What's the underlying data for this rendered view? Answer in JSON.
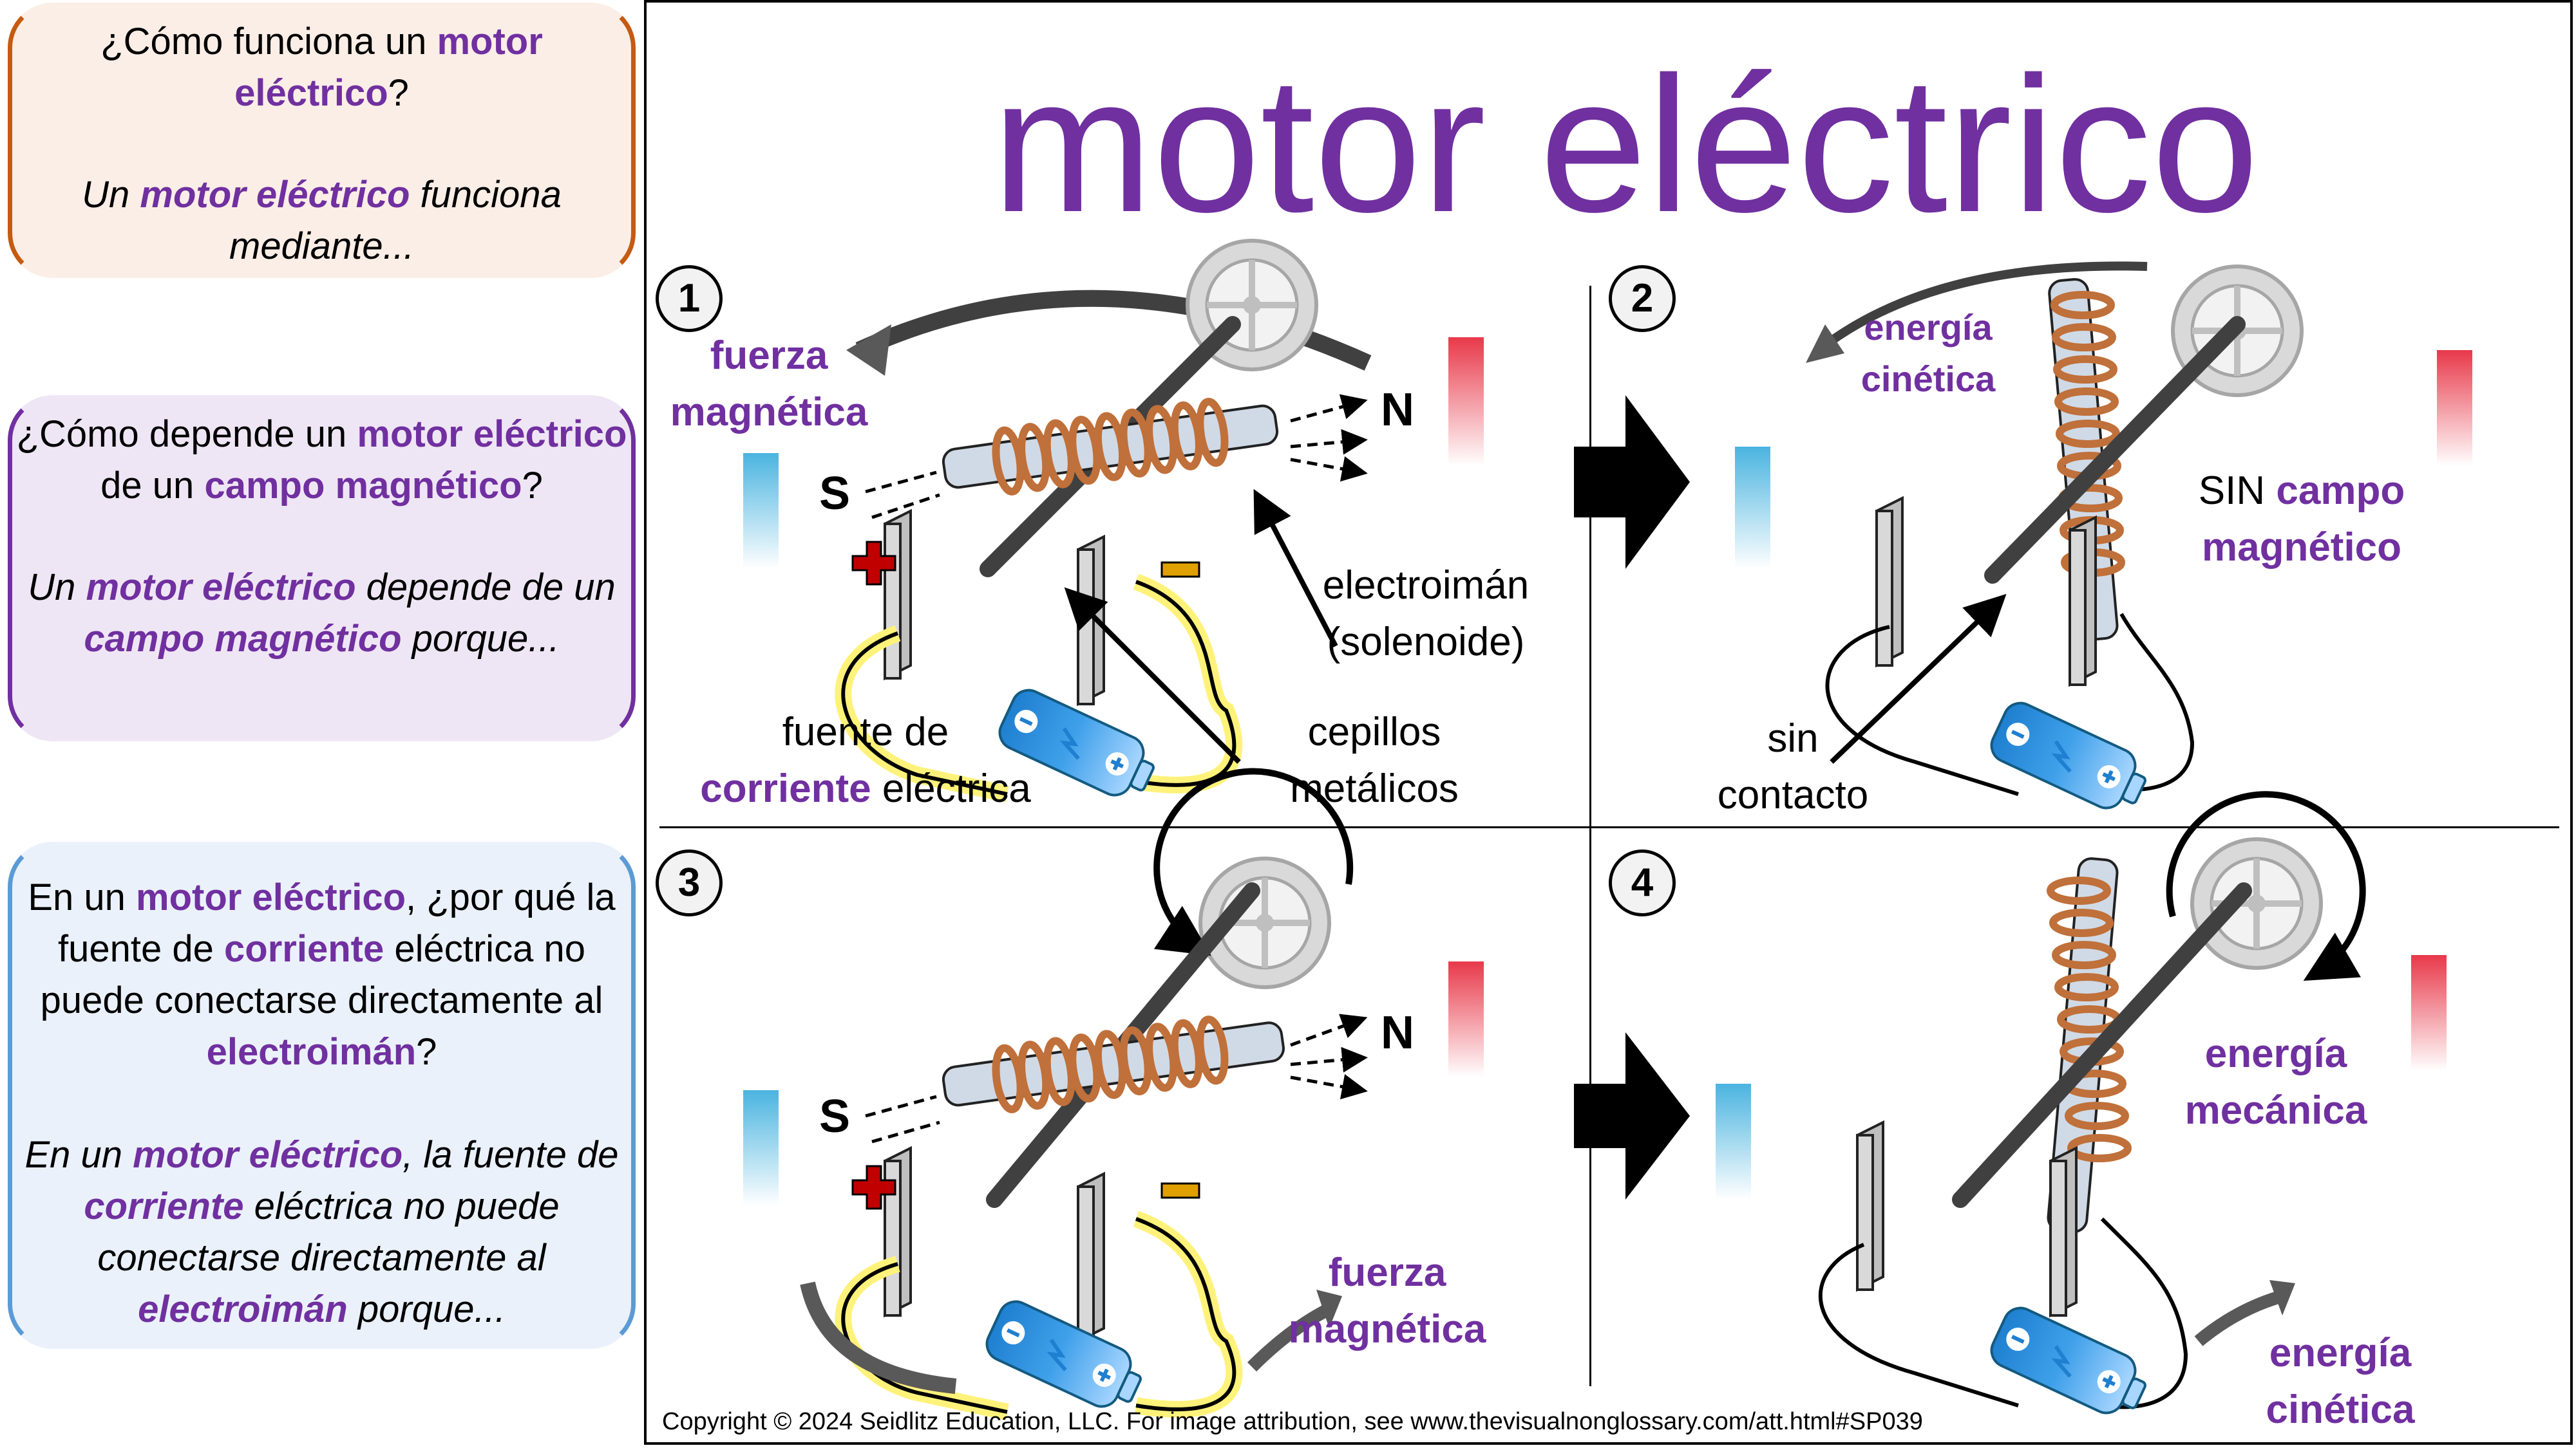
{
  "colors": {
    "accent": "#7030A0",
    "box1_border": "#C55A11",
    "box1_bg": "#FBEEE6",
    "box2_border": "#7030A0",
    "box2_bg": "#EFE6F5",
    "box3_border": "#5B9BD5",
    "box3_bg": "#EAF1FA",
    "copper": "#C0703A",
    "magnet_n": "#E8394A",
    "magnet_s": "#4AB4E0",
    "gear_green": "#8FD16E"
  },
  "questions": [
    {
      "q": [
        {
          "t": "¿Cómo funciona un "
        },
        {
          "t": "motor eléctrico",
          "p": true
        },
        {
          "t": "?"
        }
      ],
      "a": [
        {
          "t": "Un "
        },
        {
          "t": "motor eléctrico",
          "p": true
        },
        {
          "t": " funciona mediante..."
        }
      ]
    },
    {
      "q": [
        {
          "t": "¿Cómo depende un "
        },
        {
          "t": "motor eléctrico",
          "p": true
        },
        {
          "t": " de un "
        },
        {
          "t": "campo magnético",
          "p": true
        },
        {
          "t": "?"
        }
      ],
      "a": [
        {
          "t": "Un "
        },
        {
          "t": "motor eléctrico",
          "p": true
        },
        {
          "t": " depende de un "
        },
        {
          "t": "campo magnético",
          "p": true
        },
        {
          "t": " porque..."
        }
      ]
    },
    {
      "q": [
        {
          "t": "En un "
        },
        {
          "t": "motor eléctrico",
          "p": true
        },
        {
          "t": ", ¿por qué la fuente de "
        },
        {
          "t": "corriente",
          "p": true
        },
        {
          "t": " eléctrica no puede conectarse directamente al "
        },
        {
          "t": "electroimán",
          "p": true
        },
        {
          "t": "?"
        }
      ],
      "a": [
        {
          "t": "En un "
        },
        {
          "t": "motor eléctrico",
          "p": true
        },
        {
          "t": ", la fuente de "
        },
        {
          "t": "corriente",
          "p": true
        },
        {
          "t": " eléctrica no puede conectarse directamente al "
        },
        {
          "t": "electroimán",
          "p": true
        },
        {
          "t": " porque..."
        }
      ]
    }
  ],
  "title": "motor eléctrico",
  "panels": {
    "p1": {
      "number": "1",
      "force_label_1": "fuerza",
      "force_label_2": "magnética",
      "pole_s": "S",
      "pole_n": "N",
      "magnet_s_letter": "S",
      "magnet_n_letter": "N",
      "electromagnet_1": "electroimán",
      "electromagnet_2": "(solenoide)",
      "source_1": "fuente de",
      "source_2a": "corriente",
      "source_2b": " eléctrica",
      "brushes_1": "cepillos",
      "brushes_2": "metálicos"
    },
    "p2": {
      "number": "2",
      "kinetic_1": "energía",
      "kinetic_2": "cinética",
      "nofield_1a": "SIN ",
      "nofield_1b": "campo",
      "nofield_2": "magnético",
      "nocontact_1": "sin",
      "nocontact_2": "contacto"
    },
    "p3": {
      "number": "3",
      "pole_s": "S",
      "pole_n": "N",
      "force_1": "fuerza",
      "force_2": "magnética"
    },
    "p4": {
      "number": "4",
      "mech_1": "energía",
      "mech_2": "mecánica",
      "kinetic_1": "energía",
      "kinetic_2": "cinética"
    }
  },
  "copyright": "Copyright © 2024 Seidlitz Education, LLC.  For image attribution, see www.thevisualnonglossary.com/att.html#SP039"
}
